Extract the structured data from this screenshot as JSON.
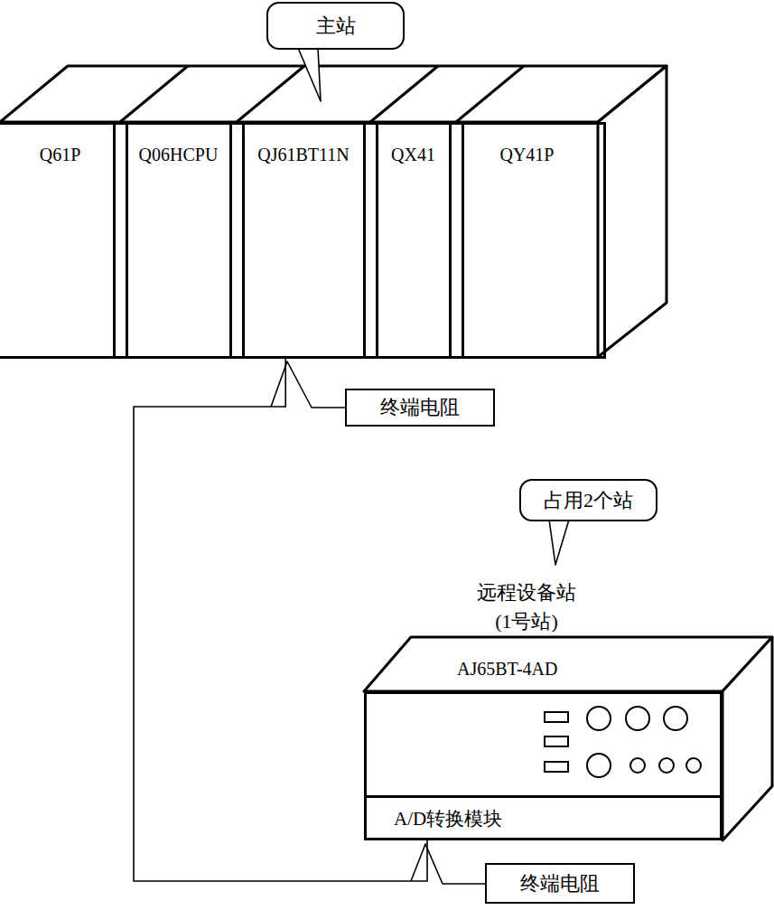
{
  "diagram": {
    "nodes": [
      {
        "text": [
          "主站"
        ]
      },
      {
        "text": [
          "Q61P"
        ]
      },
      {
        "text": [
          "Q06HCPU"
        ]
      },
      {
        "text": [
          "QJ61BT11N"
        ]
      },
      {
        "text": [
          "QX41"
        ]
      },
      {
        "text": [
          "QY41P"
        ]
      },
      {
        "text": [
          "终端电阻"
        ]
      },
      {
        "text": [
          "占用2个站"
        ]
      },
      {
        "text": [
          "远程设备站 (1号站)",
          "AJ65BT-4AD"
        ]
      },
      {
        "text": [
          "A/D转换模块"
        ],
        "in": 8
      },
      {
        "text": [
          "终端电阻"
        ]
      }
    ],
    "edges": [
      {
        "from": 3,
        "to": 9,
        "arrow": "none"
      }
    ]
  }
}
